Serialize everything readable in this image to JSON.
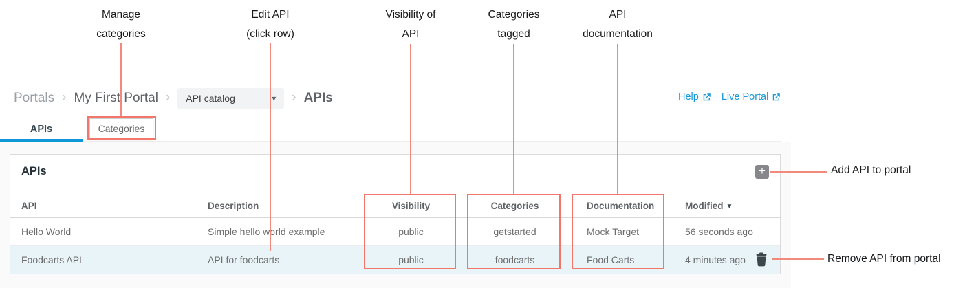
{
  "annotations": {
    "accent_color": "#f2766b",
    "top_labels": [
      {
        "line1": "Manage",
        "line2": "categories"
      },
      {
        "line1": "Edit API",
        "line2": "(click row)"
      },
      {
        "line1": "Visibility of",
        "line2": "API"
      },
      {
        "line1": "Categories",
        "line2": "tagged"
      },
      {
        "line1": "API",
        "line2": "documentation"
      }
    ],
    "add_api_label": "Add API to portal",
    "remove_api_label": "Remove API from portal"
  },
  "breadcrumb": {
    "portals": "Portals",
    "separator": "›",
    "portal_name": "My First Portal",
    "dropdown_value": "API catalog",
    "dropdown_caret": "▾",
    "current_page": "APIs"
  },
  "header_links": {
    "help": "Help",
    "live_portal": "Live Portal",
    "link_color": "#1898d5"
  },
  "tabs": {
    "apis": "APIs",
    "categories": "Categories",
    "active_tab": "APIs",
    "active_underline_color": "#0e98d7"
  },
  "panel": {
    "title": "APIs",
    "add_button": "+",
    "columns": {
      "api": "API",
      "description": "Description",
      "visibility": "Visibility",
      "categories": "Categories",
      "documentation": "Documentation",
      "modified": "Modified"
    },
    "sort": {
      "column": "Modified",
      "direction": "desc",
      "caret": "▼"
    },
    "rows": [
      {
        "api": "Hello World",
        "description": "Simple hello world example",
        "visibility": "public",
        "categories": "getstarted",
        "documentation": "Mock Target",
        "modified": "56 seconds ago",
        "selected": false
      },
      {
        "api": "Foodcarts API",
        "description": "API for foodcarts",
        "visibility": "public",
        "categories": "foodcarts",
        "documentation": "Food Carts",
        "modified": "4 minutes ago",
        "selected": true,
        "row_highlight_color": "#e9f4f9"
      }
    ]
  }
}
